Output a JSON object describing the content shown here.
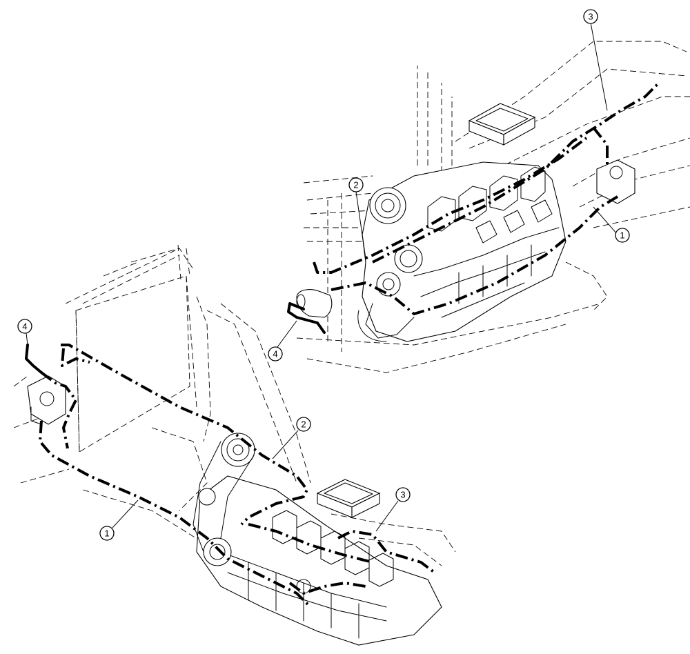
{
  "callouts": {
    "top_view": {
      "c1": "1",
      "c2": "2",
      "c3": "3",
      "c4": "4"
    },
    "bottom_view": {
      "c1": "1",
      "c2": "2",
      "c3": "3",
      "c4": "4"
    }
  }
}
